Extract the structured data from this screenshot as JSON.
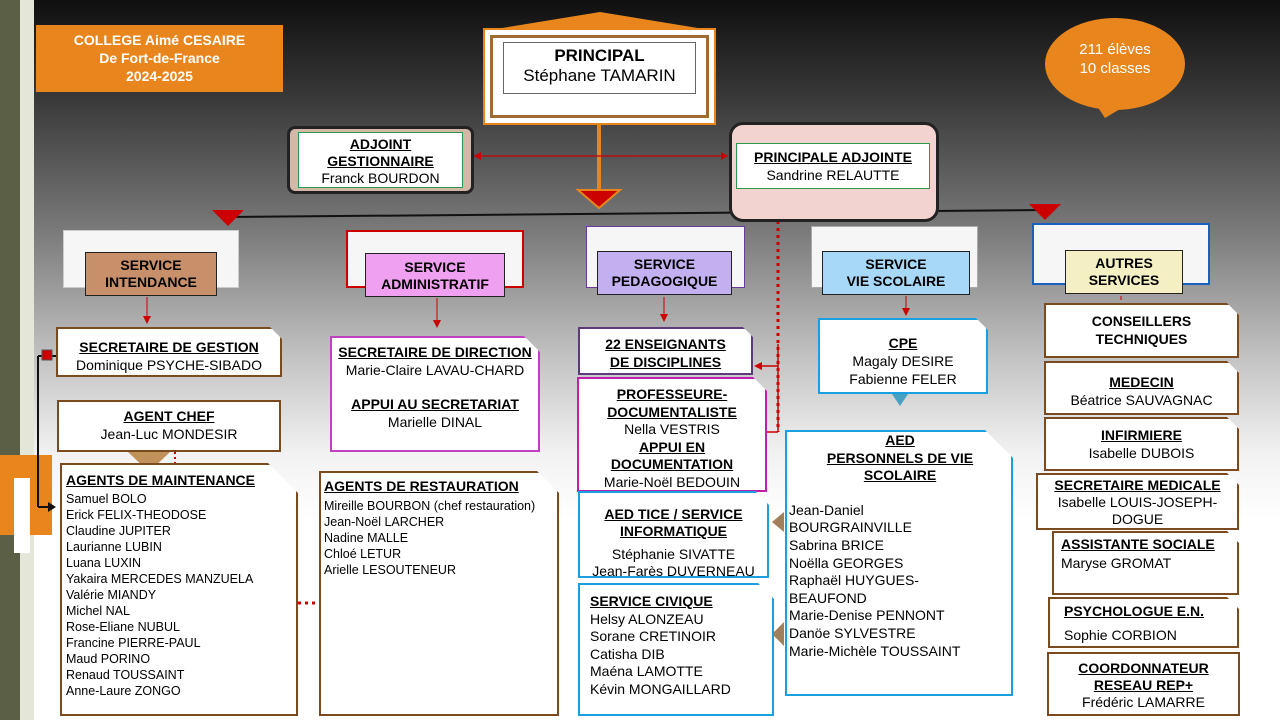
{
  "colors": {
    "orange": "#e8861d",
    "red": "#cc0000",
    "brown": "#7b4a1e",
    "blue": "#1aa0e0",
    "purple": "#a020c0",
    "darkpurple": "#5e3a7a"
  },
  "school": {
    "line1": "COLLEGE Aimé CESAIRE",
    "line2": "De Fort-de-France",
    "line3": "2024-2025"
  },
  "bubble": {
    "line1": "211 élèves",
    "line2": "10 classes"
  },
  "principal": {
    "title": "PRINCIPAL",
    "name": "Stéphane TAMARIN"
  },
  "adjoint_gestionnaire": {
    "title1": "ADJOINT",
    "title2": "GESTIONNAIRE",
    "name": "Franck BOURDON"
  },
  "principale_adjointe": {
    "title": "PRINCIPALE ADJOINTE",
    "name": "Sandrine RELAUTTE"
  },
  "services": {
    "intendance": {
      "line1": "SERVICE",
      "line2": "INTENDANCE"
    },
    "administratif": {
      "line1": "SERVICE",
      "line2": "ADMINISTRATIF"
    },
    "pedagogique": {
      "line1": "SERVICE",
      "line2": "PEDAGOGIQUE"
    },
    "vie_scolaire": {
      "line1": "SERVICE",
      "line2": "VIE SCOLAIRE"
    },
    "autres": {
      "line1": "AUTRES",
      "line2": "SERVICES"
    }
  },
  "secretaire_gestion": {
    "title": "SECRETAIRE DE GESTION",
    "name": "Dominique PSYCHE-SIBADO"
  },
  "agent_chef": {
    "title": "AGENT CHEF",
    "name": "Jean-Luc MONDESIR"
  },
  "agents_maintenance": {
    "title": "AGENTS DE MAINTENANCE",
    "names": [
      "Samuel BOLO",
      "Erick FELIX-THEODOSE",
      "Claudine JUPITER",
      "Laurianne LUBIN",
      "Luana LUXIN",
      "Yakaira MERCEDES MANZUELA",
      "Valérie MIANDY",
      "Michel NAL",
      "Rose-Eliane NUBUL",
      "Francine PIERRE-PAUL",
      "Maud PORINO",
      "Renaud TOUSSAINT",
      "Anne-Laure ZONGO"
    ]
  },
  "secretaire_direction": {
    "title": "SECRETAIRE DE DIRECTION",
    "name": "Marie-Claire LAVAU-CHARD",
    "title2": "APPUI AU SECRETARIAT",
    "name2": "Marielle DINAL"
  },
  "agents_restauration": {
    "title": "AGENTS DE RESTAURATION",
    "names": [
      "Mireille BOURBON (chef restauration)",
      "Jean-Noël LARCHER",
      "Nadine MALLE",
      "Chloé LETUR",
      "Arielle LESOUTENEUR"
    ]
  },
  "enseignants": {
    "line1": "22 ENSEIGNANTS",
    "line2": "DE DISCIPLINES"
  },
  "documentaliste": {
    "t1": "PROFESSEURE-",
    "t2": "DOCUMENTALISTE",
    "name": "Nella VESTRIS",
    "t3": "APPUI EN",
    "t4": "DOCUMENTATION",
    "name2": "Marie-Noël BEDOUIN"
  },
  "aed_tice": {
    "t1": "AED TICE / SERVICE",
    "t2": "INFORMATIQUE",
    "names": [
      "Stéphanie SIVATTE",
      "Jean-Farès DUVERNEAU"
    ]
  },
  "service_civique": {
    "title": "SERVICE CIVIQUE",
    "names": [
      "Helsy ALONZEAU",
      "Sorane CRETINOIR",
      "Catisha DIB",
      "Maéna LAMOTTE",
      "Kévin MONGAILLARD"
    ]
  },
  "cpe": {
    "title": "CPE",
    "names": [
      "Magaly DESIRE",
      "Fabienne FELER"
    ]
  },
  "aed": {
    "t1": "AED",
    "t2": "PERSONNELS DE VIE",
    "t3": "SCOLAIRE",
    "names": [
      "Jean-Daniel",
      "BOURGRAINVILLE",
      "Sabrina BRICE",
      "Noëlla GEORGES",
      "Raphaël HUYGUES-",
      "BEAUFOND",
      "Marie-Denise PENNONT",
      "Danöe SYLVESTRE",
      "Marie-Michèle TOUSSAINT"
    ]
  },
  "autres": {
    "conseillers": {
      "t1": "CONSEILLERS",
      "t2": "TECHNIQUES"
    },
    "medecin": {
      "title": "MEDECIN",
      "name": "Béatrice SAUVAGNAC"
    },
    "infirmiere": {
      "title": "INFIRMIERE",
      "name": "Isabelle DUBOIS"
    },
    "secretaire_medicale": {
      "title": "SECRETAIRE MEDICALE",
      "name1": "Isabelle LOUIS-JOSEPH-",
      "name2": "DOGUE"
    },
    "assistante_sociale": {
      "title": "ASSISTANTE SOCIALE",
      "name": "Maryse GROMAT"
    },
    "psychologue": {
      "title": "PSYCHOLOGUE E.N.",
      "name": "Sophie CORBION"
    },
    "coordonnateur": {
      "t1": "COORDONNATEUR",
      "t2": "RESEAU REP+",
      "name": "Frédéric LAMARRE"
    }
  }
}
